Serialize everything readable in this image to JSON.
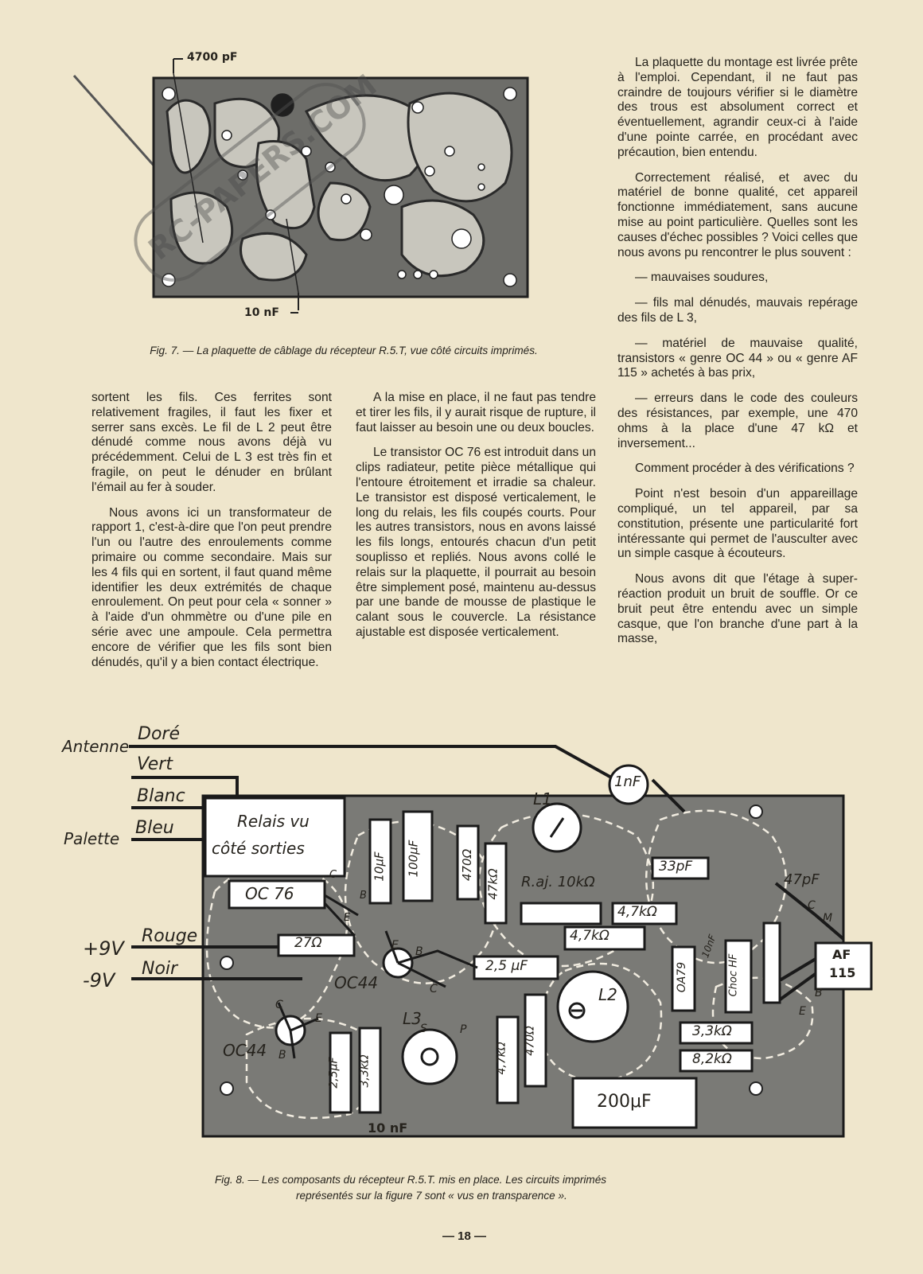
{
  "fig7": {
    "label_4700": "4700 pF",
    "label_10nf": "10 nF",
    "caption": "Fig. 7. — La plaquette de câblage du récepteur R.5.T, vue côté circuits imprimés."
  },
  "watermark": "RC-PAPERS.COM",
  "right_col_top": [
    "La plaquette du montage est livrée prête à l'emploi. Cependant, il ne faut pas craindre de toujours vérifier si le diamètre des trous est absolument correct et éventuellement, agrandir ceux-ci à l'aide d'une pointe carrée, en procédant avec précaution, bien entendu.",
    "Correctement réalisé, et avec du matériel de bonne qualité, cet appareil fonctionne immédiatement, sans aucune mise au point particulière. Quelles sont les causes d'échec possibles ? Voici celles que nous avons pu rencontrer le plus souvent :",
    "— mauvaises soudures,",
    "— fils mal dénudés, mauvais repérage des fils de L 3,",
    "— matériel de mauvaise qualité, transistors « genre OC 44 » ou « genre AF 115 » achetés à bas prix,",
    "— erreurs dans le code des couleurs des résistances, par exemple, une 470 ohms à la place d'une 47 kΩ et inversement...",
    "Comment procéder à des vérifications ?",
    "Point n'est besoin d'un appareillage compliqué, un tel appareil, par sa constitution, présente une particularité fort intéressante qui permet de l'ausculter avec un simple casque à écouteurs.",
    "Nous avons dit que l'étage à super-réaction produit un bruit de souffle. Or ce bruit peut être entendu avec un simple casque, que l'on branche d'une part à la masse,"
  ],
  "left_col": [
    "sortent les fils. Ces ferrites sont relativement fragiles, il faut les fixer et serrer sans excès. Le fil de L 2 peut être dénudé comme nous avons déjà vu précédemment. Celui de L 3 est très fin et fragile, on peut le dénuder en brûlant l'émail au fer à souder.",
    "Nous avons ici un transformateur de rapport 1, c'est-à-dire que l'on peut prendre l'un ou l'autre des enroulements comme primaire ou comme secondaire. Mais sur les 4 fils qui en sortent, il faut quand même identifier les deux extrémités de chaque enroulement. On peut pour cela « sonner » à l'aide d'un ohmmètre ou d'une pile en série avec une ampoule. Cela permettra encore de vérifier que les fils sont bien dénudés, qu'il y a bien contact électrique."
  ],
  "mid_col": [
    "A la mise en place, il ne faut pas tendre et tirer les fils, il y aurait risque de rupture, il faut laisser au besoin une ou deux boucles.",
    "Le transistor OC 76 est introduit dans un clips radiateur, petite pièce métallique qui l'entoure étroitement et irradie sa chaleur. Le transistor est disposé verticalement, le long du relais, les fils coupés courts. Pour les autres transistors, nous en avons laissé les fils longs, entourés chacun d'un petit souplisso et repliés. Nous avons collé le relais sur la plaquette, il pourrait au besoin être simplement posé, maintenu au-dessus par une bande de mousse de plastique le calant sous le couvercle. La résistance ajustable est disposée verticalement."
  ],
  "fig8": {
    "wires": {
      "antenne": "Antenne",
      "dore": "Doré",
      "vert": "Vert",
      "blanc": "Blanc",
      "palette": "Palette",
      "bleu": "Bleu",
      "rouge": "Rouge",
      "noir": "Noir",
      "plus9v": "+9V",
      "minus9v": "-9V"
    },
    "relais": [
      "Relais vu",
      "côté sorties"
    ],
    "components": {
      "oc76": "OC 76",
      "r27": "27Ω",
      "oc44a": "OC44",
      "oc44b": "OC44",
      "c10uf": "10μF",
      "c100uf": "100μF",
      "r470a": "470Ω",
      "r47k": "47kΩ",
      "raj": "R.aj. 10kΩ",
      "r47ka": "4,7kΩ",
      "r47kb": "4,7kΩ",
      "c25uf": "2,5 μF",
      "c1nf": "1nF",
      "c33pf": "33pF",
      "c47pf": "47pF",
      "oa79": "OA79",
      "c10nf_small": "10nF",
      "choc": "Choc HF",
      "af115": [
        "AF",
        "115"
      ],
      "r33ka": "3,3kΩ",
      "r82k": "8,2kΩ",
      "c25uf_b": "2,5μF",
      "r33kb": "3,3kΩ",
      "r47kc": "4,7kΩ",
      "r470b": "470Ω",
      "c200uf": "200μF",
      "l1": "L1",
      "l2": "L2",
      "l3": "L3",
      "c10nf": "10 nF"
    },
    "pins": {
      "c": "C",
      "b": "B",
      "e": "E",
      "m": "M",
      "s": "S",
      "p": "P"
    },
    "caption": [
      "Fig. 8. — Les composants du récepteur R.5.T. mis en place. Les circuits imprimés",
      "représentés sur la figure 7 sont « vus en transparence »."
    ]
  },
  "page_number": "— 18 —"
}
